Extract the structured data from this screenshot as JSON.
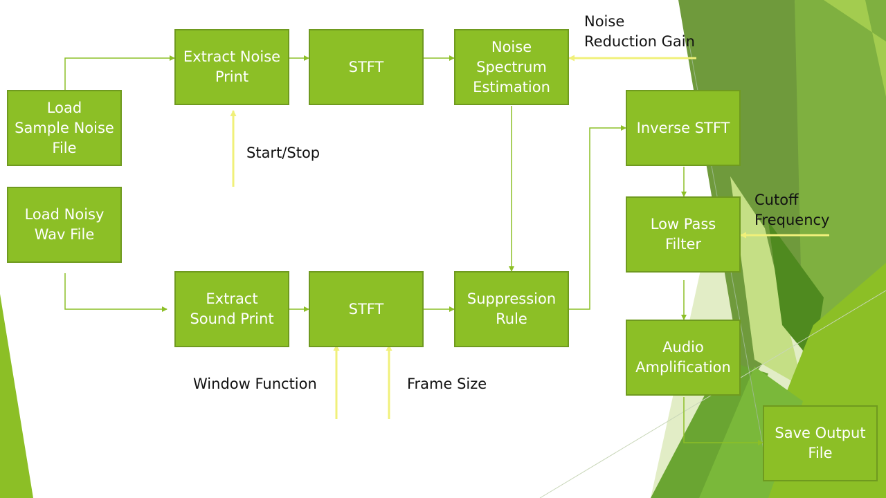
{
  "colors": {
    "box_fill": "#8cbf26",
    "box_border": "#6f9a1f",
    "connector": "#8cbf26",
    "control_arrow": "#f0f07a"
  },
  "blocks": {
    "load_sample_noise": "Load\nSample Noise\nFile",
    "load_noisy_wav": "Load Noisy\nWav File",
    "extract_noise_print": "Extract Noise\nPrint",
    "stft_top": "STFT",
    "noise_spectrum_estimation": "Noise\nSpectrum\nEstimation",
    "extract_sound_print": "Extract\nSound Print",
    "stft_bottom": "STFT",
    "suppression_rule": "Suppression\nRule",
    "inverse_stft": "Inverse STFT",
    "low_pass_filter": "Low Pass\nFilter",
    "audio_amplification": "Audio\nAmplification",
    "save_output_file": "Save Output\nFile"
  },
  "labels": {
    "noise_reduction_gain": "Noise\nReduction Gain",
    "start_stop": "Start/Stop",
    "cutoff_frequency": "Cutoff\nFrequency",
    "window_function": "Window Function",
    "frame_size": "Frame Size"
  }
}
